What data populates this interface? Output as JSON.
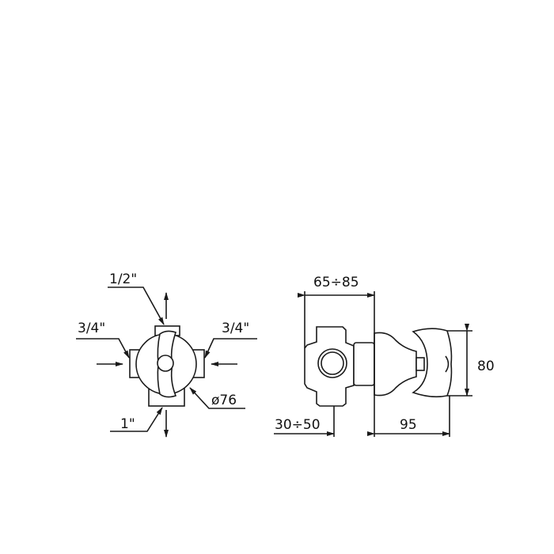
{
  "front_view": {
    "top_port": "1/2\"",
    "left_port": "3/4\"",
    "right_port": "3/4\"",
    "bottom_port": "1\"",
    "diameter": "ø76"
  },
  "side_view": {
    "wall_depth": "65÷85",
    "height": "80",
    "recess": "30÷50",
    "projection": "95"
  },
  "colors": {
    "line": "#1a1a1a",
    "background": "#ffffff"
  }
}
